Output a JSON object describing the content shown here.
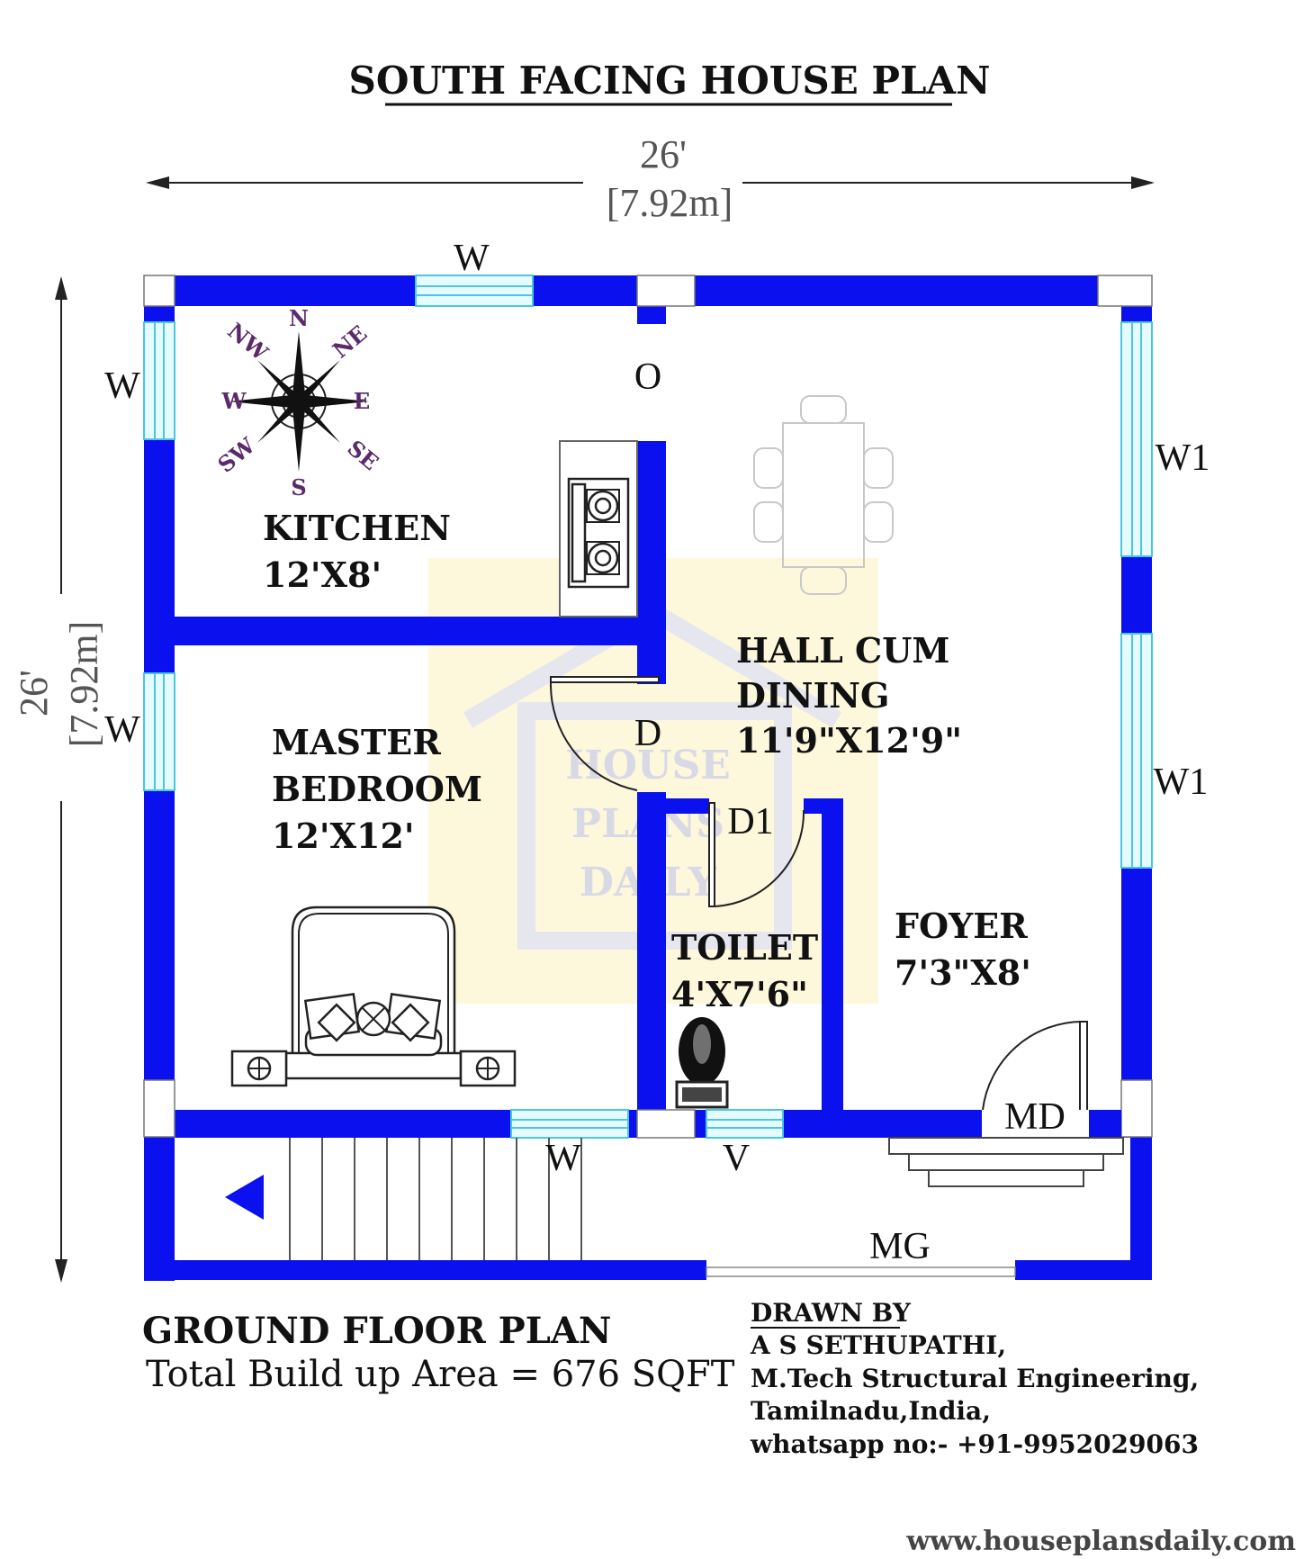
{
  "title": "SOUTH FACING HOUSE PLAN",
  "dimensions": {
    "width_ft": "26'",
    "width_m": "[7.92m]",
    "depth_ft": "26'",
    "depth_m": "[7.92m]"
  },
  "compass": {
    "n": "N",
    "ne": "NE",
    "e": "E",
    "se": "SE",
    "s": "S",
    "sw": "SW",
    "w": "W",
    "nw": "NW"
  },
  "rooms": {
    "kitchen": {
      "name": "KITCHEN",
      "size": "12'X8'"
    },
    "master_bedroom": {
      "name_line1": "MASTER",
      "name_line2": "BEDROOM",
      "size": "12'X12'"
    },
    "hall": {
      "name_line1": "HALL CUM",
      "name_line2": "DINING",
      "size": "11'9\"X12'9\""
    },
    "toilet": {
      "name": "TOILET",
      "size": "4'X7'6\""
    },
    "foyer": {
      "name": "FOYER",
      "size": "7'3\"X8'"
    }
  },
  "openings": {
    "w_top": "W",
    "w_left_top": "W",
    "w_left_bottom": "W",
    "w_bottom": "W",
    "w1_upper": "W1",
    "w1_lower": "W1",
    "o": "O",
    "d": "D",
    "d1": "D1",
    "v": "V",
    "md": "MD",
    "mg": "MG"
  },
  "watermark": {
    "line1": "HOUSE",
    "line2": "PLANS",
    "line3": "DAILY"
  },
  "footer": {
    "plan_name": "GROUND FLOOR PLAN",
    "area": "Total Build up Area = 676 SQFT",
    "drawn_by_heading": "DRAWN BY",
    "author": "A S SETHUPATHI,",
    "qualification": "M.Tech Structural Engineering,",
    "location": "Tamilnadu,India,",
    "contact": "whatsapp no:- +91-9952029063",
    "website": "www.houseplansdaily.com"
  },
  "colors": {
    "wall": "#0a10ee",
    "window_glass": "#e6fbff",
    "window_frame": "#49c8dc",
    "compass": "#5a2a6a"
  }
}
